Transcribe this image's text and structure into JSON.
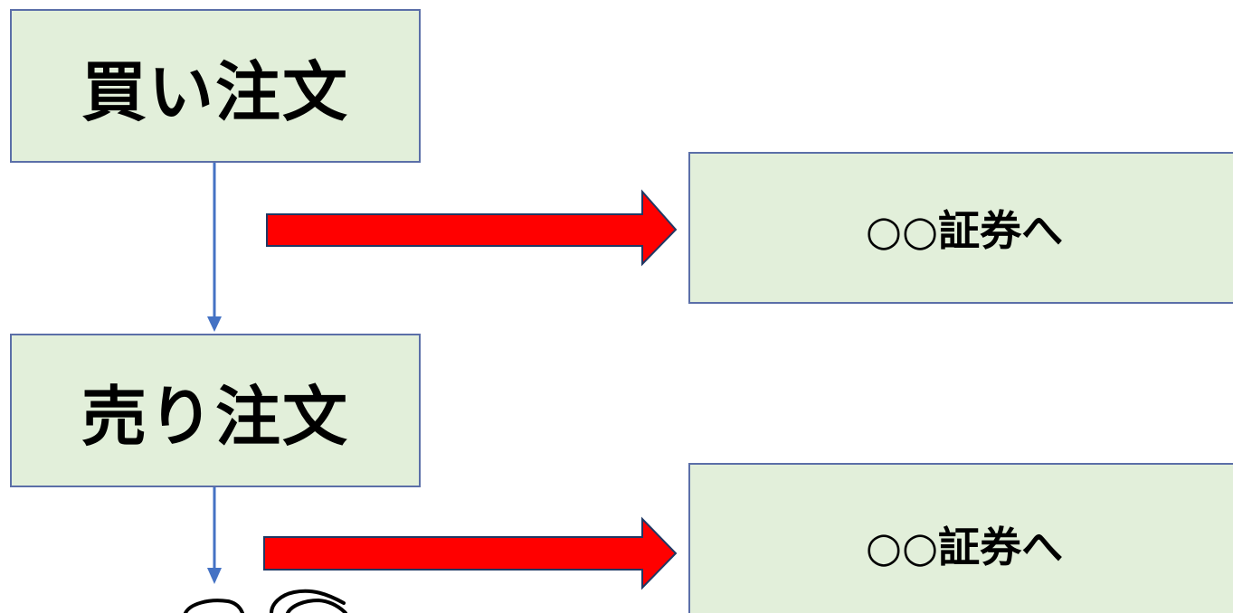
{
  "steps": {
    "buy": "買い注文",
    "sell": "売り注文"
  },
  "destinations": [
    "○○証券へ",
    "○○証券へ"
  ],
  "colors": {
    "box_fill": "#e2efda",
    "box_border": "#5b6fa8",
    "flow_line": "#4472c4",
    "red_arrow": "#ff0000",
    "red_arrow_border": "#1f3864"
  },
  "icons": {
    "bottom_fragment": "partial-illustration"
  }
}
